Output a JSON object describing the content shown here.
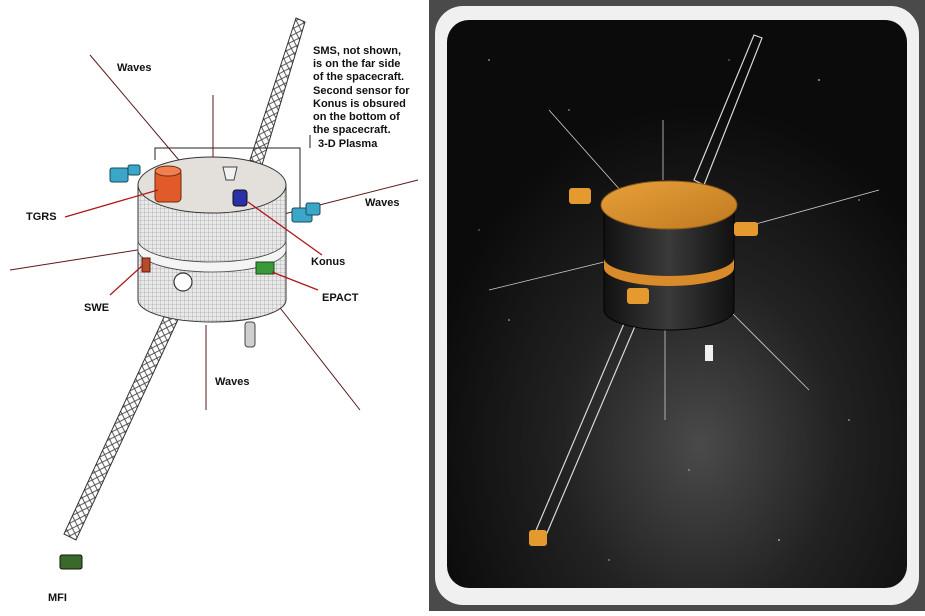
{
  "diagram": {
    "note_lines": [
      "SMS, not shown,",
      "is on the far side",
      "of the spacecraft.",
      "Second sensor for",
      "Konus is obsured",
      "on the bottom of",
      "the spacecraft."
    ],
    "labels": {
      "plasma": "3-D Plasma",
      "waves_top_left": "Waves",
      "waves_right": "Waves",
      "waves_bottom": "Waves",
      "tgrs": "TGRS",
      "konus": "Konus",
      "swe": "SWE",
      "epact": "EPACT",
      "mfi": "MFI"
    }
  },
  "colors": {
    "tgrs": "#e05a2a",
    "konus": "#2b2fa8",
    "plasma_sensor": "#3aa7c9",
    "epact": "#3a9a3a",
    "leader_red": "#b01818",
    "photo_frame": "#ececec",
    "photo_background": "#1a1a1a",
    "craft_top": "#d9902e"
  }
}
